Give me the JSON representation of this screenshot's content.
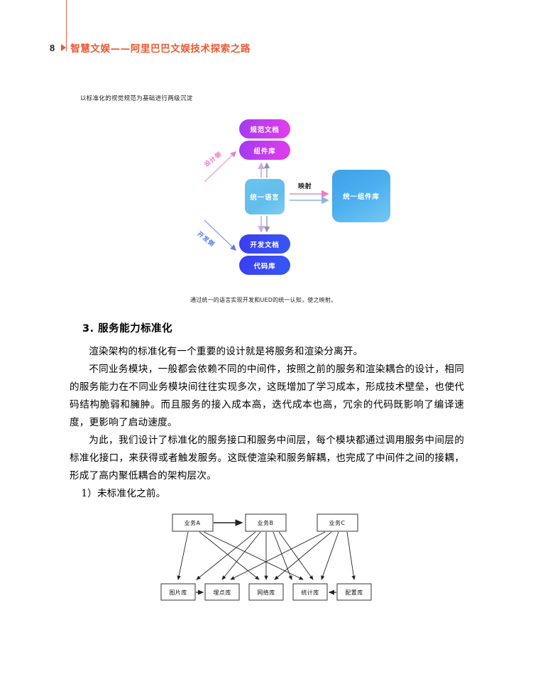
{
  "header": {
    "page_number": "8",
    "title": "智慧文娱——阿里巴巴文娱技术探索之路",
    "accent_color": "#ea5a32"
  },
  "figure_1": {
    "caption_top": "以标准化的视觉规范为基础进行两级沉淀",
    "caption_bottom": "通过统一的语言实现开发和UED的统一认知，使之映射。",
    "nodes": [
      {
        "id": "n1",
        "label": "规范文档",
        "color": "#c33bf0"
      },
      {
        "id": "n2",
        "label": "组件库",
        "color": "#c33bf0"
      },
      {
        "id": "center",
        "label": "统一语言",
        "color": "#62bdec"
      },
      {
        "id": "right",
        "label": "统一组件库",
        "color": "#4aaeee"
      },
      {
        "id": "n3",
        "label": "开发文档",
        "color": "#3a4bf2"
      },
      {
        "id": "n4",
        "label": "代码库",
        "color": "#3a4bf2"
      }
    ],
    "edge_label": "映射",
    "side_label_design": "设计侧",
    "side_label_dev": "开发侧"
  },
  "body": {
    "section_heading": "3. 服务能力标准化",
    "paragraph_1": "渲染架构的标准化有一个重要的设计就是将服务和渲染分离开。",
    "paragraph_2": "不同业务模块，一般都会依赖不同的中间件，按照之前的服务和渲染耦合的设计，相同的服务能力在不同业务模块间往往实现多次，这既增加了学习成本，形成技术壁垒，也使代码结构脆弱和臃肿。而且服务的接入成本高，迭代成本也高，冗余的代码既影响了编译速度，更影响了启动速度。",
    "paragraph_3": "为此，我们设计了标准化的服务接口和服务中间层，每个模块都通过调用服务中间层的标准化接口，来获得或者触发服务。这既使渲染和服务解耦，也完成了中间件之间的接耦，形成了高内聚低耦合的架构层次。",
    "paragraph_4": "1）未标准化之前。"
  },
  "figure_2": {
    "top_nodes": [
      "业务A",
      "业务B",
      "业务C"
    ],
    "bottom_nodes": [
      "图片库",
      "埋点库",
      "网络库",
      "统计库",
      "配置库"
    ]
  }
}
